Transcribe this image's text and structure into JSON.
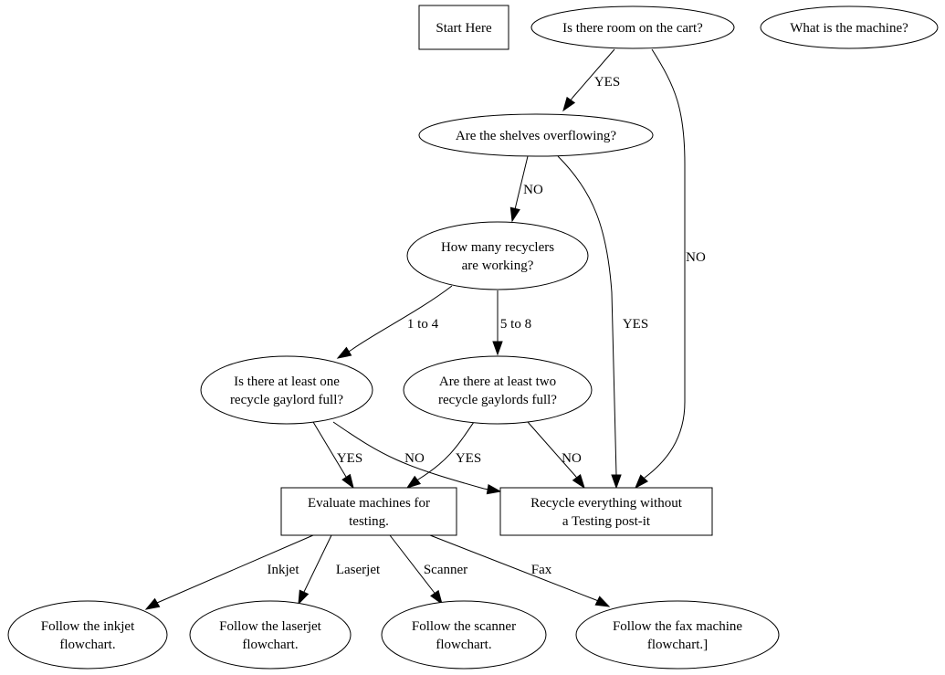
{
  "diagram": {
    "nodes": [
      {
        "id": "start",
        "shape": "box",
        "lines": [
          "Start Here"
        ]
      },
      {
        "id": "cart",
        "shape": "ellipse",
        "lines": [
          "Is there room on the cart?"
        ]
      },
      {
        "id": "machine",
        "shape": "ellipse",
        "lines": [
          "What is the machine?"
        ]
      },
      {
        "id": "shelves",
        "shape": "ellipse",
        "lines": [
          "Are the shelves overflowing?"
        ]
      },
      {
        "id": "recyclers",
        "shape": "ellipse",
        "lines": [
          "How many recyclers",
          "are working?"
        ]
      },
      {
        "id": "one_full",
        "shape": "ellipse",
        "lines": [
          "Is there at least one",
          "recycle gaylord full?"
        ]
      },
      {
        "id": "two_full",
        "shape": "ellipse",
        "lines": [
          "Are there at least two",
          "recycle gaylords full?"
        ]
      },
      {
        "id": "evaluate",
        "shape": "box",
        "lines": [
          "Evaluate machines for",
          "testing."
        ]
      },
      {
        "id": "recycle_all",
        "shape": "box",
        "lines": [
          "Recycle everything without",
          "a Testing post-it"
        ]
      },
      {
        "id": "inkjet",
        "shape": "ellipse",
        "lines": [
          "Follow the inkjet",
          "flowchart."
        ]
      },
      {
        "id": "laserjet",
        "shape": "ellipse",
        "lines": [
          "Follow the laserjet",
          "flowchart."
        ]
      },
      {
        "id": "scanner",
        "shape": "ellipse",
        "lines": [
          "Follow the scanner",
          "flowchart."
        ]
      },
      {
        "id": "fax",
        "shape": "ellipse",
        "lines": [
          "Follow the fax machine",
          "flowchart.]"
        ]
      }
    ],
    "edges": [
      {
        "from": "cart",
        "to": "shelves",
        "label": "YES"
      },
      {
        "from": "cart",
        "to": "recycle_all",
        "label": "NO"
      },
      {
        "from": "shelves",
        "to": "recyclers",
        "label": "NO"
      },
      {
        "from": "shelves",
        "to": "recycle_all",
        "label": "YES"
      },
      {
        "from": "recyclers",
        "to": "one_full",
        "label": "1 to 4"
      },
      {
        "from": "recyclers",
        "to": "two_full",
        "label": "5 to 8"
      },
      {
        "from": "one_full",
        "to": "evaluate",
        "label": "YES"
      },
      {
        "from": "one_full",
        "to": "recycle_all",
        "label": "NO"
      },
      {
        "from": "two_full",
        "to": "evaluate",
        "label": "YES"
      },
      {
        "from": "two_full",
        "to": "recycle_all",
        "label": "NO"
      },
      {
        "from": "evaluate",
        "to": "inkjet",
        "label": "Inkjet"
      },
      {
        "from": "evaluate",
        "to": "laserjet",
        "label": "Laserjet"
      },
      {
        "from": "evaluate",
        "to": "scanner",
        "label": "Scanner"
      },
      {
        "from": "evaluate",
        "to": "fax",
        "label": "Fax"
      }
    ]
  }
}
